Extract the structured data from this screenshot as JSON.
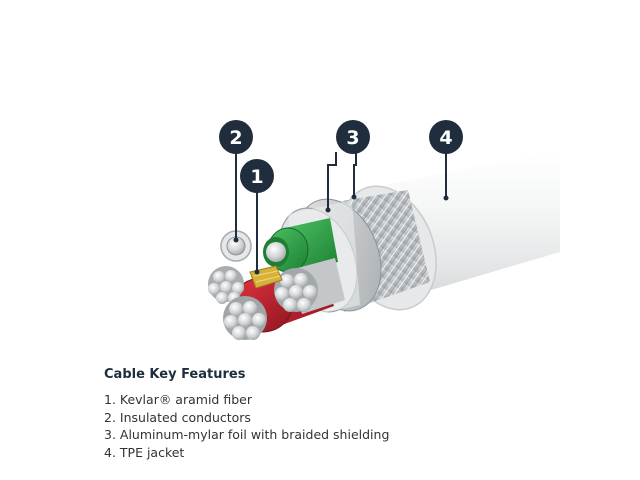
{
  "callouts": [
    {
      "number": "1",
      "feature": "Kevlar® aramid fiber"
    },
    {
      "number": "2",
      "feature": "Insulated conductors"
    },
    {
      "number": "3",
      "feature": "Aluminum-mylar foil with braided shielding"
    },
    {
      "number": "4",
      "feature": "TPE jacket"
    }
  ],
  "legend": {
    "title": "Cable Key Features",
    "items": [
      "1. Kevlar® aramid fiber",
      "2. Insulated conductors",
      "3. Aluminum-mylar foil with braided shielding",
      "4. TPE jacket"
    ]
  },
  "colors": {
    "badge": "#1f2d3d",
    "jacket": "#f4f5f5",
    "braid": "#c5c9cc",
    "foil": "#b9bec1",
    "green_insulation": "#2ea84a",
    "red_insulation": "#c8202e",
    "kevlar": "#d7b23a",
    "copper_strand": "#d0d2d4"
  }
}
